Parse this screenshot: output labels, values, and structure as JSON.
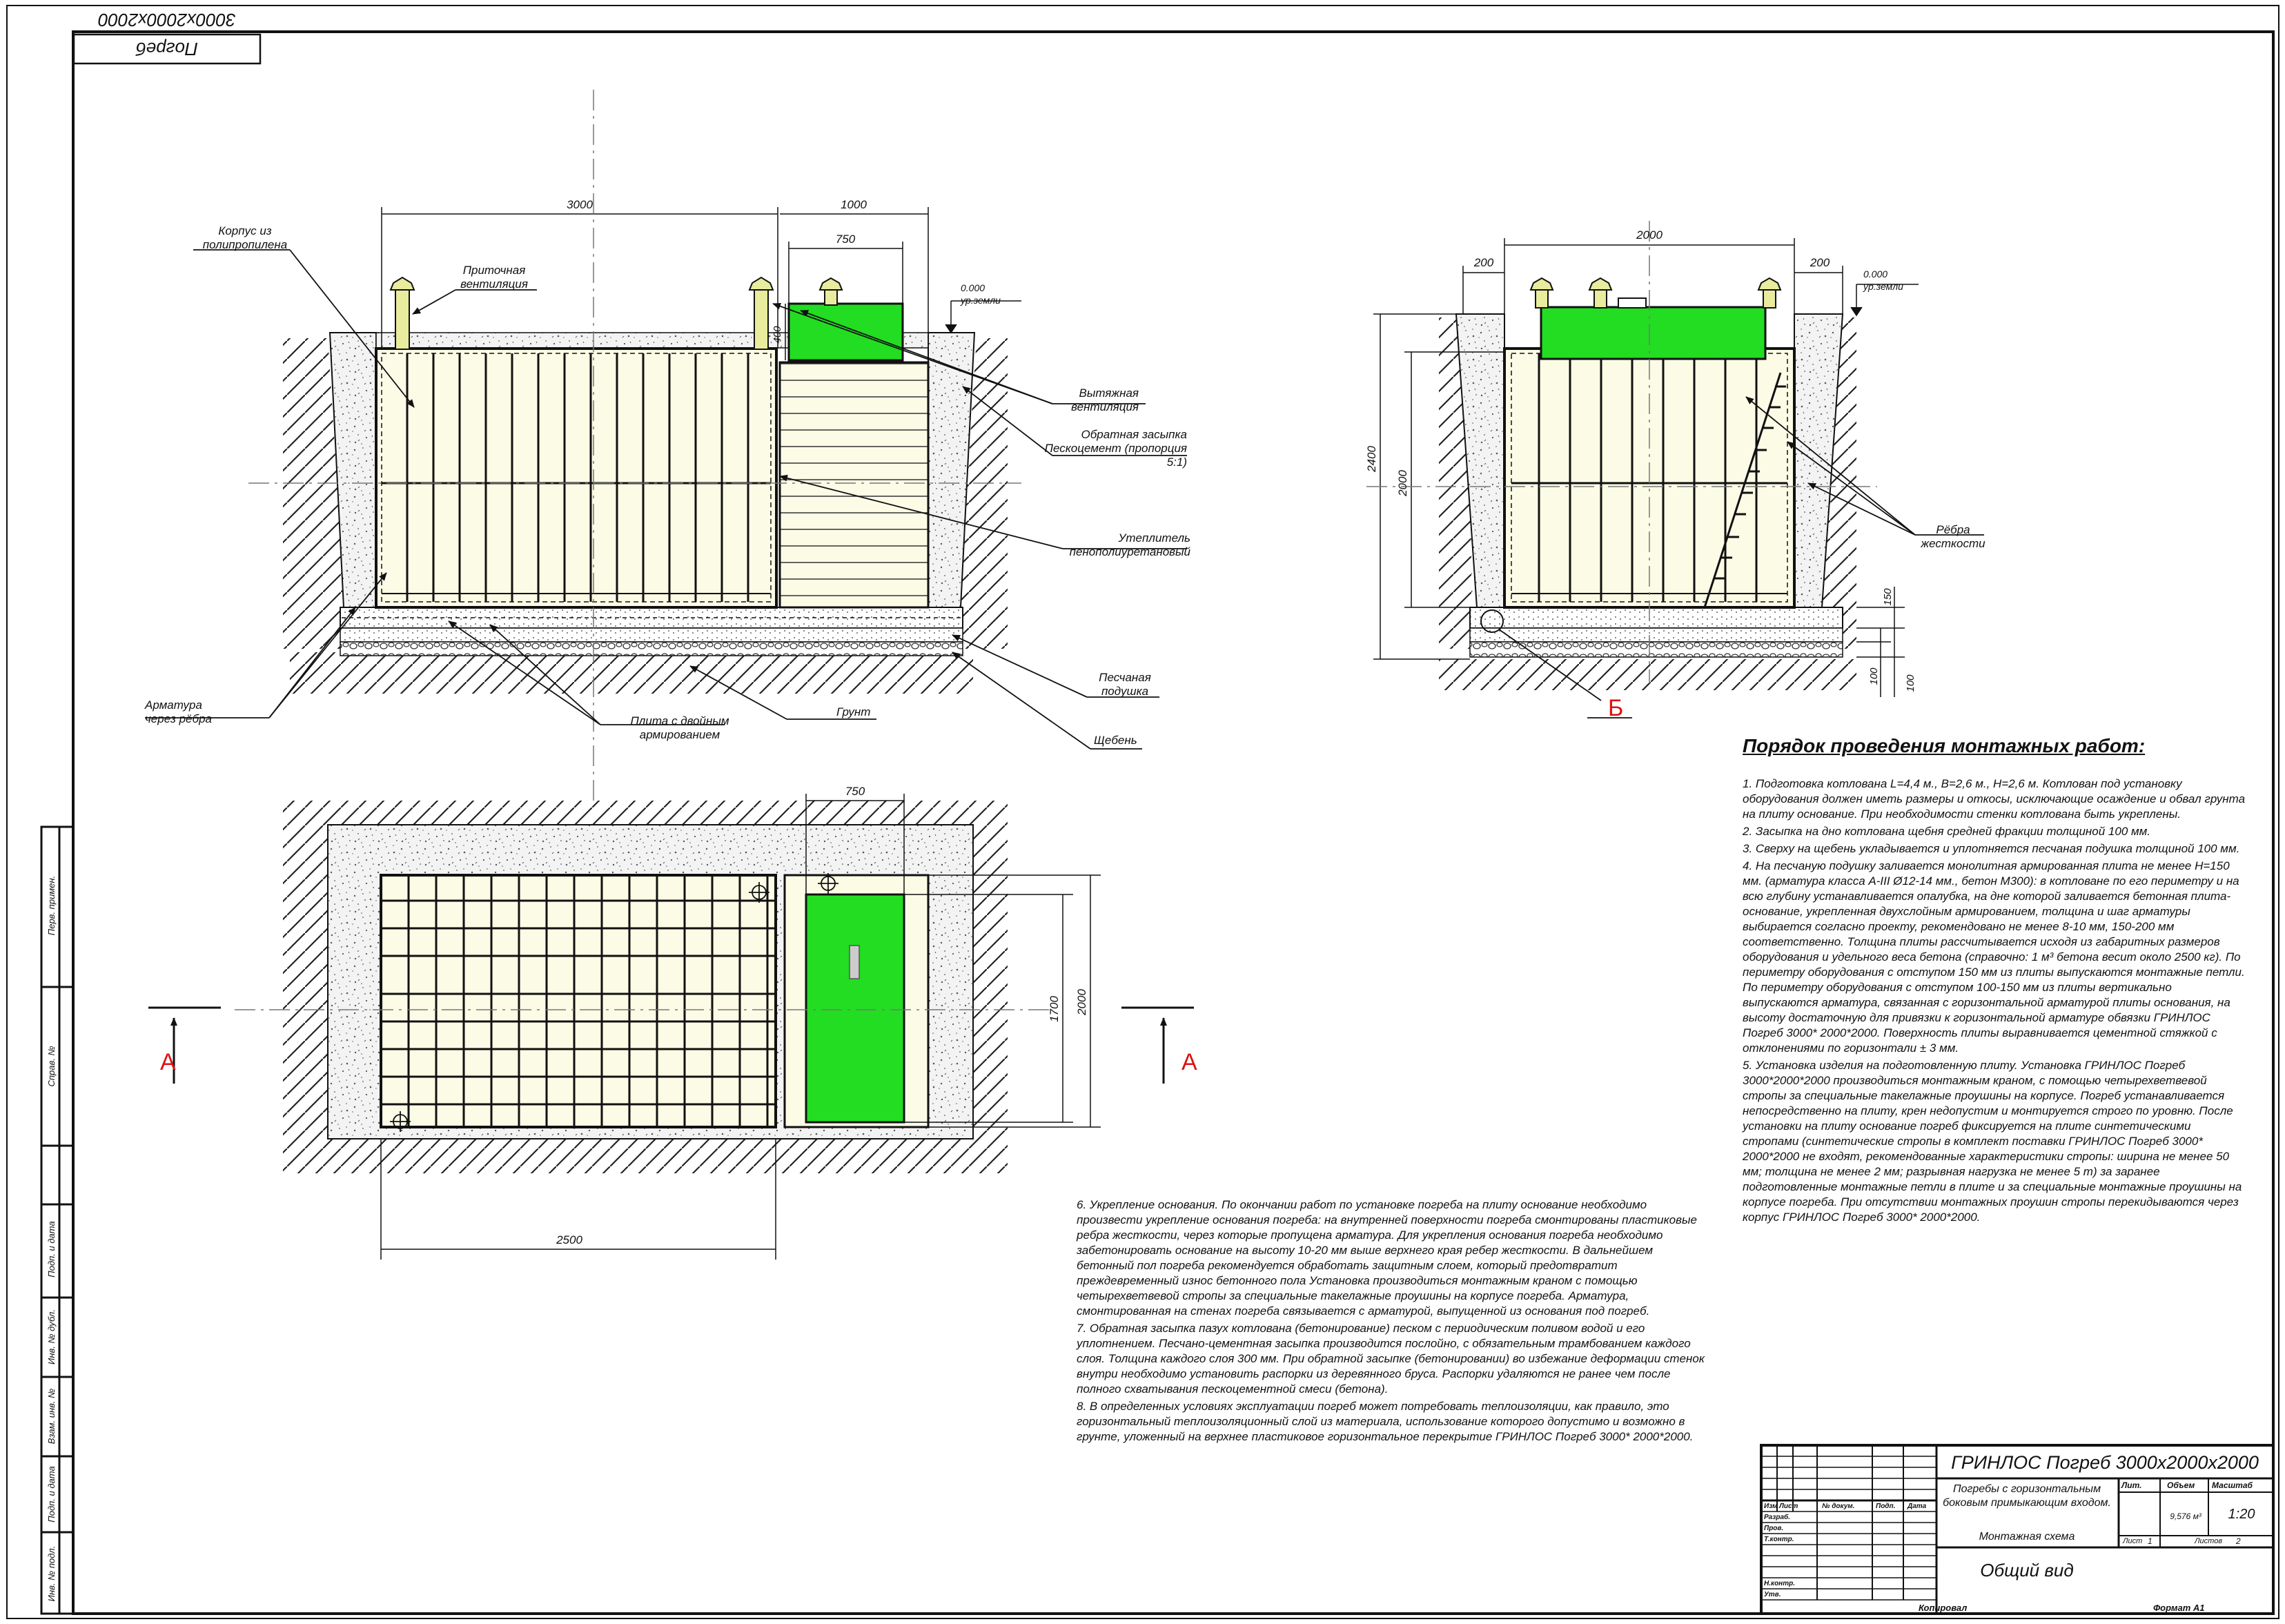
{
  "stamp_text": "Погреб 3000х2000х2000",
  "colors": {
    "lid": "#22dd22",
    "hatch": "#444444",
    "wall": "#fbfbe6",
    "ground": "#222222"
  },
  "section_a": {
    "dims": {
      "length": "3000",
      "entry": "1000",
      "hatch_width": "750",
      "lid_height": "400"
    },
    "ground_level": {
      "value": "0.000",
      "label": "ур.земли"
    },
    "labels": {
      "body_material": "Корпус из полипропилена",
      "supply_vent": "Приточная вентиляция",
      "exhaust_vent": "Вытяжная вентиляция",
      "backfill": "Обратная засыпка Пескоцемент (пропорция 5:1)",
      "insulation": "Утеплитель пенополиуретановый",
      "reinforcement": "Арматура через рёбра",
      "slab": "Плита с двойным армированием",
      "soil": "Грунт",
      "sand_cushion": "Песчаная подушка",
      "gravel": "Щебень"
    }
  },
  "section_b": {
    "dims": {
      "width": "2000",
      "left_gap": "200",
      "right_gap": "200",
      "total_height": "2400",
      "body_height": "2000",
      "slab": "150",
      "sand": "100",
      "gravel": "100"
    },
    "ground_level": {
      "value": "0.000",
      "label": "ур.земли"
    },
    "labels": {
      "ribs": "Рёбра жесткости",
      "node": "Б"
    }
  },
  "plan": {
    "dims": {
      "hatch_width": "750",
      "width": "2000",
      "inner": "1700",
      "length": "2500"
    },
    "section_mark": "А"
  },
  "notes_title": "Порядок проведения монтажных работ:",
  "notes": [
    "1. Подготовка котлована  L=4,4 м., B=2,6 м., H=2,6 м. Котлован под установку оборудования должен иметь размеры и откосы, исключающие осаждение и обвал грунта на плиту основание. При необходимости стенки котлована быть укреплены.",
    "2. Засыпка на дно котлована щебня средней фракции толщиной 100 мм.",
    "3. Сверху на щебень укладывается и уплотняется песчаная подушка толщиной 100 мм.",
    "4. На песчаную подушку заливается монолитная армированная плита не менее H=150 мм. (арматура класса  А-III Ø12-14 мм., бетон М300): в котловане по его периметру и на всю глубину устанавливается опалубка, на дне которой заливается бетонная плита-основание, укрепленная двухслойным армированием, толщина и шаг арматуры выбирается согласно проекту, рекомендовано не менее 8-10 мм, 150-200 мм соответственно. Толщина плиты рассчитывается исходя из габаритных размеров оборудования и удельного веса бетона (справочно: 1 м³ бетона весит около 2500 кг). По периметру оборудования с отступом 150 мм из плиты выпускаются монтажные петли. По периметру оборудования с отступом 100-150 мм из плиты вертикально выпускаются арматура, связанная с горизонтальной арматурой плиты основания, на высоту достаточную для привязки к горизонтальной арматуре обвязки ГРИНЛОС Погреб 3000*  2000*2000. Поверхность плиты выравнивается цементной стяжкой с  отклонениями по горизонтали ± 3 мм.",
    "5. Установка изделия на подготовленную плиту. Установка ГРИНЛОС Погреб 3000*2000*2000 производиться монтажным краном, с помощью четырехветвевой стропы за специальные такелажные проушины на корпусе. Погреб устанавливается непосредственно на плиту, крен недопустим и монтируется строго по уровню. После установки на плиту основание погреб фиксируется на плите синтетическими стропами (синтетические стропы в комплект поставки ГРИНЛОС Погреб 3000*  2000*2000 не входят, рекомендованные характеристики стропы: ширина не менее 50 мм; толщина не менее 2 мм; разрывная нагрузка не менее 5 т) за заранее подготовленные монтажные петли в плите и за специальные монтажные проушины на корпусе погреба. При отсутствии монтажных проушин стропы перекидываются через корпус ГРИНЛОС Погреб 3000*  2000*2000."
  ],
  "notes2": [
    "6. Укрепление основания. По окончании работ по установке погреба на плиту основание необходимо произвести укрепление основания погреба: на внутренней поверхности погреба смонтированы пластиковые ребра жесткости, через которые пропущена арматура. Для укрепления основания погреба необходимо забетонировать основание на высоту  10-20 мм выше верхнего края ребер жесткости. В дальнейшем бетонный пол погреба рекомендуется обработать защитным слоем, который предотвратит преждевременный износ бетонного пола Установка производиться монтажным краном с помощью четырехветвевой стропы за специальные такелажные проушины на корпусе погреба. Арматура, смонтированная на стенах погреба связывается с арматурой, выпущенной из основания под погреб.",
    "7. Обратная засыпка пазух котлована (бетонирование) песком с периодическим поливом водой и его уплотнением. Песчано-цементная засыпка производится послойно, с обязательным трамбованием каждого слоя. Толщина каждого слоя 300 мм. При обратной засыпке (бетонировании) во избежание деформации стенок внутри необходимо установить распорки из деревянного бруса. Распорки удаляются не ранее чем после полного схватывания пескоцементной смеси (бетона).",
    "8. В определенных условиях эксплуатации погреб может потребовать теплоизоляции, как правило, это горизонтальный теплоизоляционный слой из материала, использование которого допустимо и возможно в грунте, уложенный на верхнее пластиковое горизонтальное перекрытие ГРИНЛОС Погреб 3000*  2000*2000."
  ],
  "title_block": {
    "product": "ГРИНЛОС Погреб 3000х2000х2000",
    "description": "Погребы с горизонтальным боковым примыкающим входом.",
    "sheet_kind": "Монтажная схема",
    "view": "Общий вид",
    "volume": "9,576 м³",
    "scale": "1:20",
    "sheet": "1",
    "sheets": "2",
    "col_headers": [
      "Изм",
      "Лист",
      "№ докум.",
      "Подп.",
      "Дата"
    ],
    "row_labels": [
      "Разраб.",
      "Пров.",
      "Т.контр.",
      "",
      "Н.контр.",
      "Утв."
    ],
    "stage_headers": [
      "Лит.",
      "Объем",
      "Масштаб"
    ],
    "sheet_label": "Лист",
    "sheets_label": "Листов",
    "copied": "Копировал",
    "format": "Формат А1"
  },
  "side_stamp": [
    "Перв. примен.",
    "Справ. №",
    "Подп. и дата",
    "Инв. № дубл.",
    "Взам. инв. №",
    "Подп. и дата",
    "Инв. № подл."
  ]
}
